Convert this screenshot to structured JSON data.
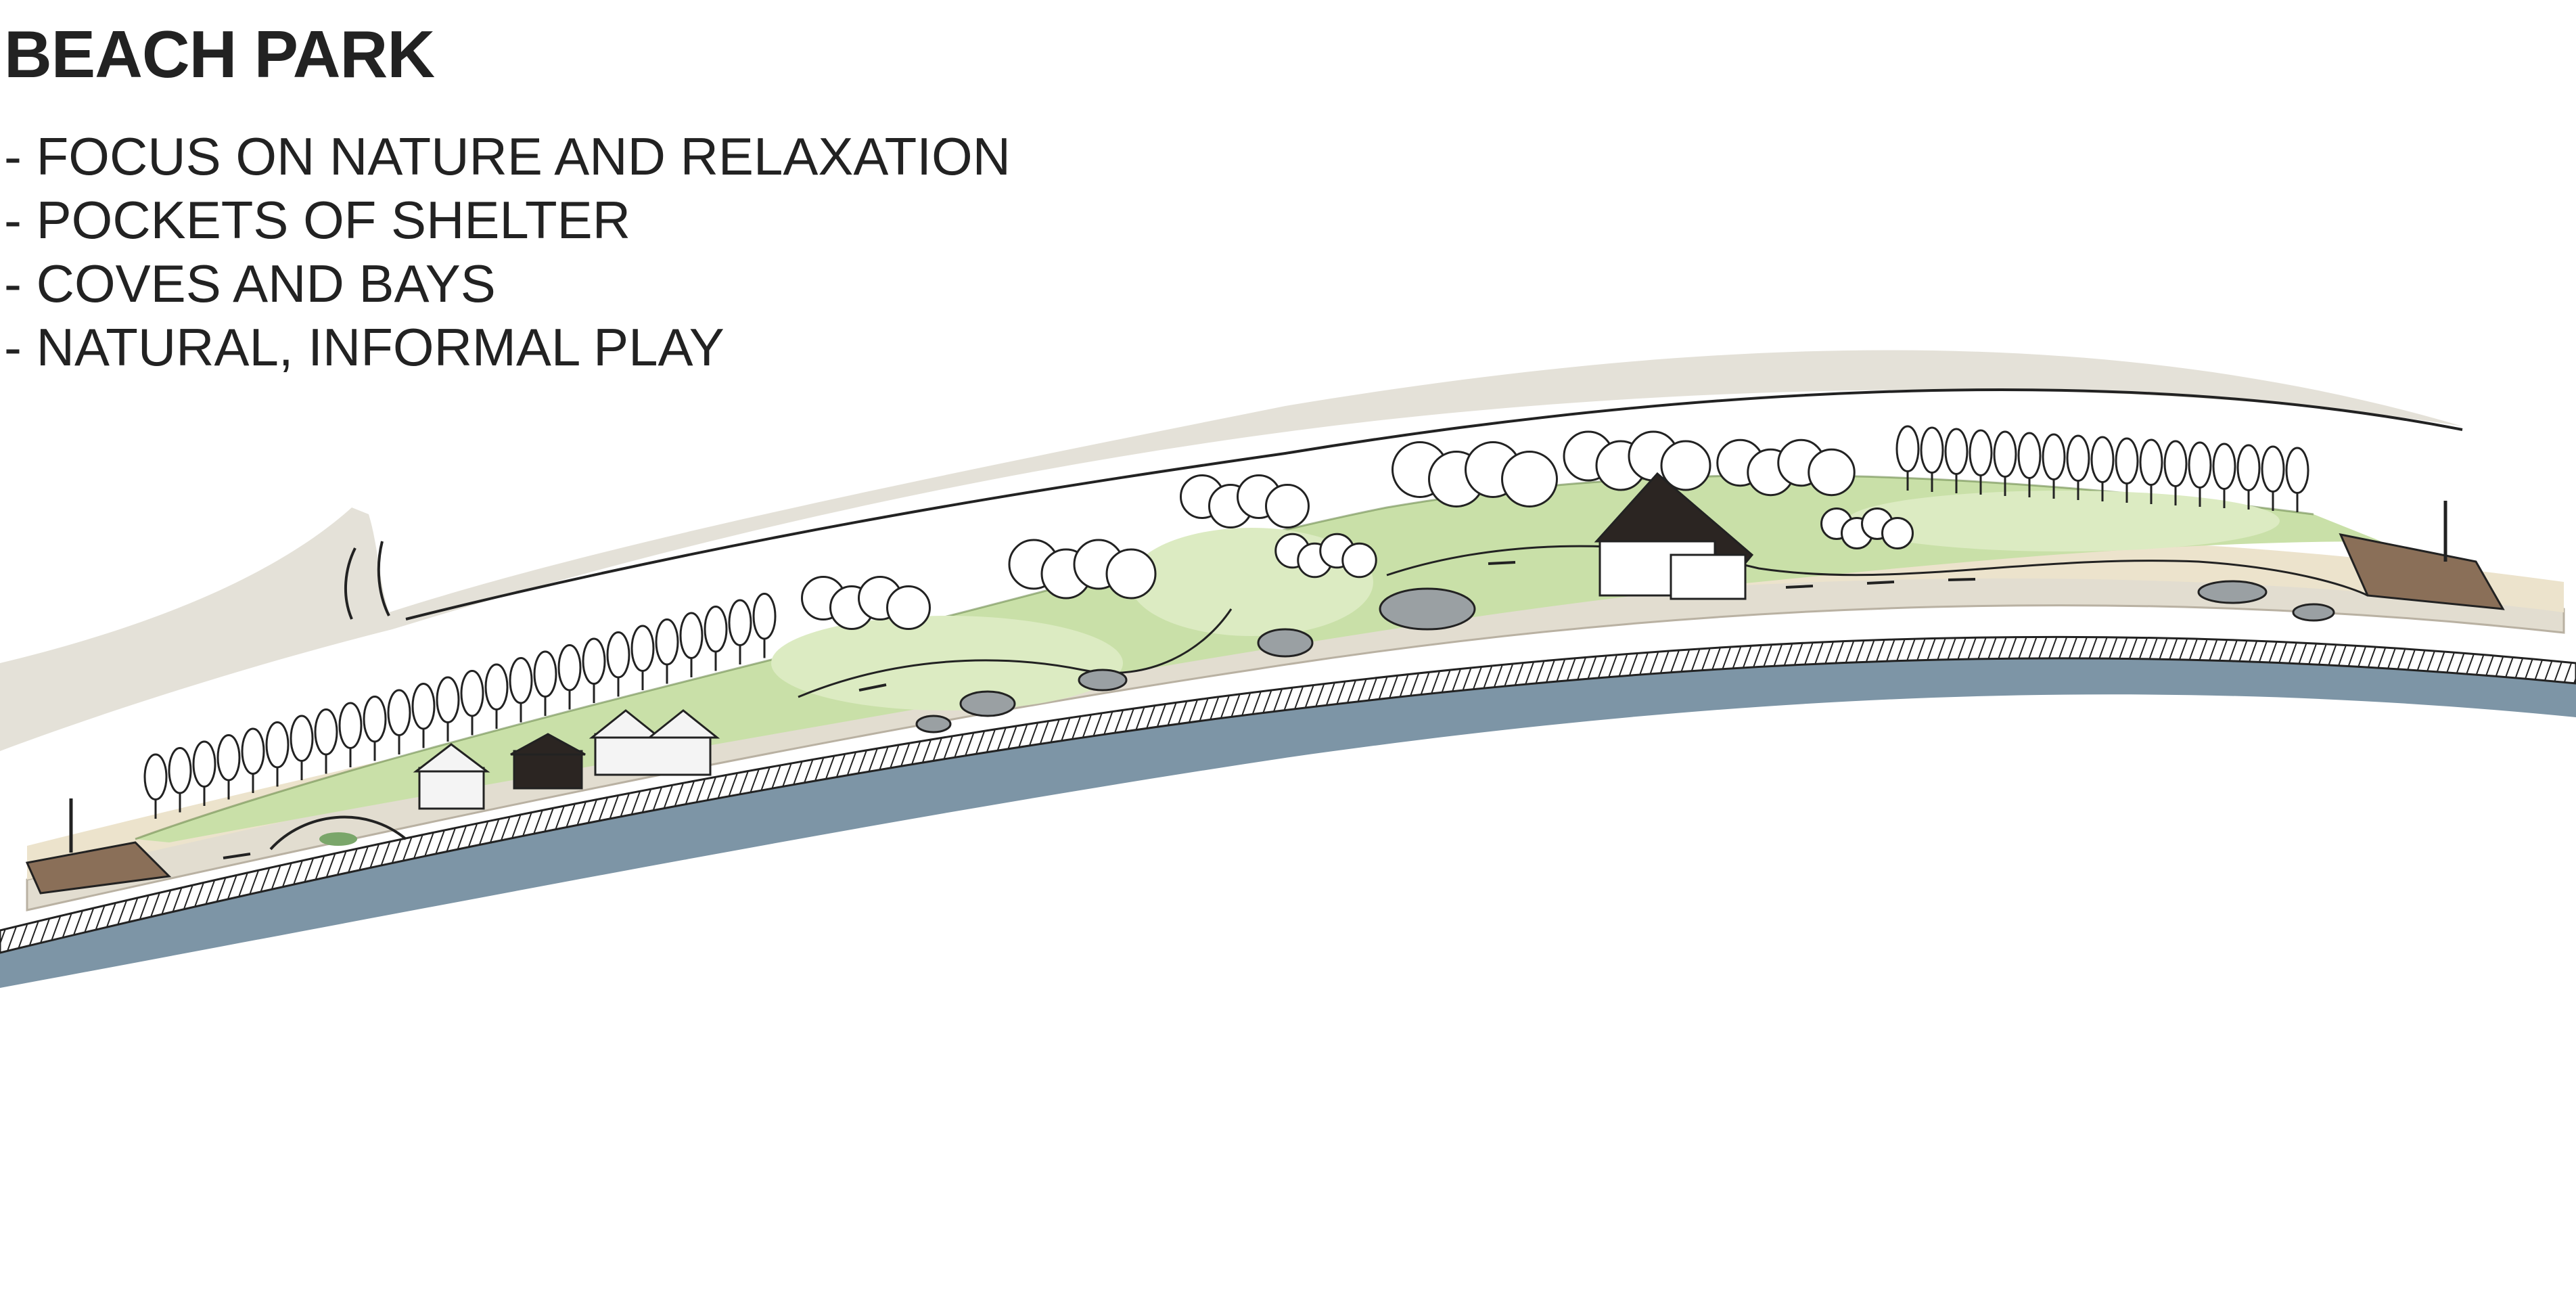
{
  "heading": {
    "title": "BEACH PARK"
  },
  "bullets": [
    "- FOCUS ON NATURE AND RELAXATION",
    "- POCKETS OF SHELTER",
    "- COVES AND BAYS",
    "- NATURAL, INFORMAL PLAY"
  ],
  "colors": {
    "sand_band": "#e4e1d8",
    "promenade": "#e2ddd0",
    "beach_sand": "#ece3cc",
    "grass": "#c9e0a8",
    "grass_light": "#dcebc2",
    "water": "#7d95a6",
    "outline": "#222222",
    "tree_canopy": "#ffffff",
    "rock": "#9aa0a3",
    "deck": "#8a6f58",
    "dark_building": "#2b2522"
  }
}
